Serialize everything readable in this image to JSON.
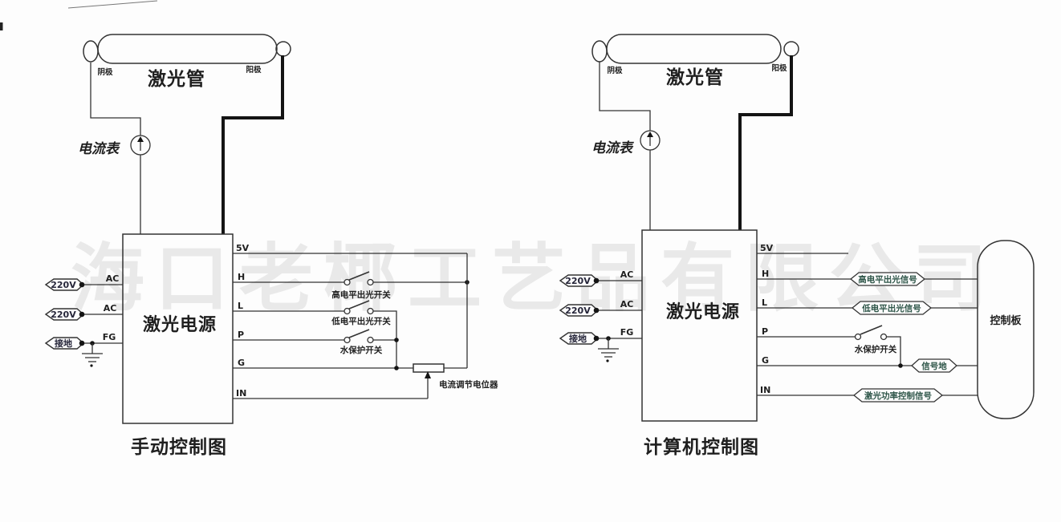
{
  "watermark": "海口老椰工艺品有限公司",
  "left": {
    "caption": "手动控制图",
    "tube_label": "激光管",
    "cathode": "阴极",
    "anode": "阳极",
    "ammeter": "电流表",
    "psu": "激光电源",
    "inputs": [
      {
        "tag": "220V",
        "pin": "AC"
      },
      {
        "tag": "220V",
        "pin": "AC"
      },
      {
        "tag": "接地",
        "pin": "FG"
      }
    ],
    "terminals": [
      "5V",
      "H",
      "L",
      "P",
      "G",
      "IN"
    ],
    "switches": [
      "高电平出光开关",
      "低电平出光开关",
      "水保护开关"
    ],
    "pot_label": "电流调节电位器"
  },
  "right": {
    "caption": "计算机控制图",
    "tube_label": "激光管",
    "cathode": "阴极",
    "anode": "阳极",
    "ammeter": "电流表",
    "psu": "激光电源",
    "inputs": [
      {
        "tag": "220V",
        "pin": "AC"
      },
      {
        "tag": "220V",
        "pin": "AC"
      },
      {
        "tag": "接地",
        "pin": "FG"
      }
    ],
    "terminals": [
      "5V",
      "H",
      "L",
      "P",
      "G",
      "IN"
    ],
    "switch_label": "水保护开关",
    "signals": [
      "高电平出光信号",
      "低电平出光信号",
      "信号地",
      "激光功率控制信号"
    ],
    "board": "控制板"
  }
}
